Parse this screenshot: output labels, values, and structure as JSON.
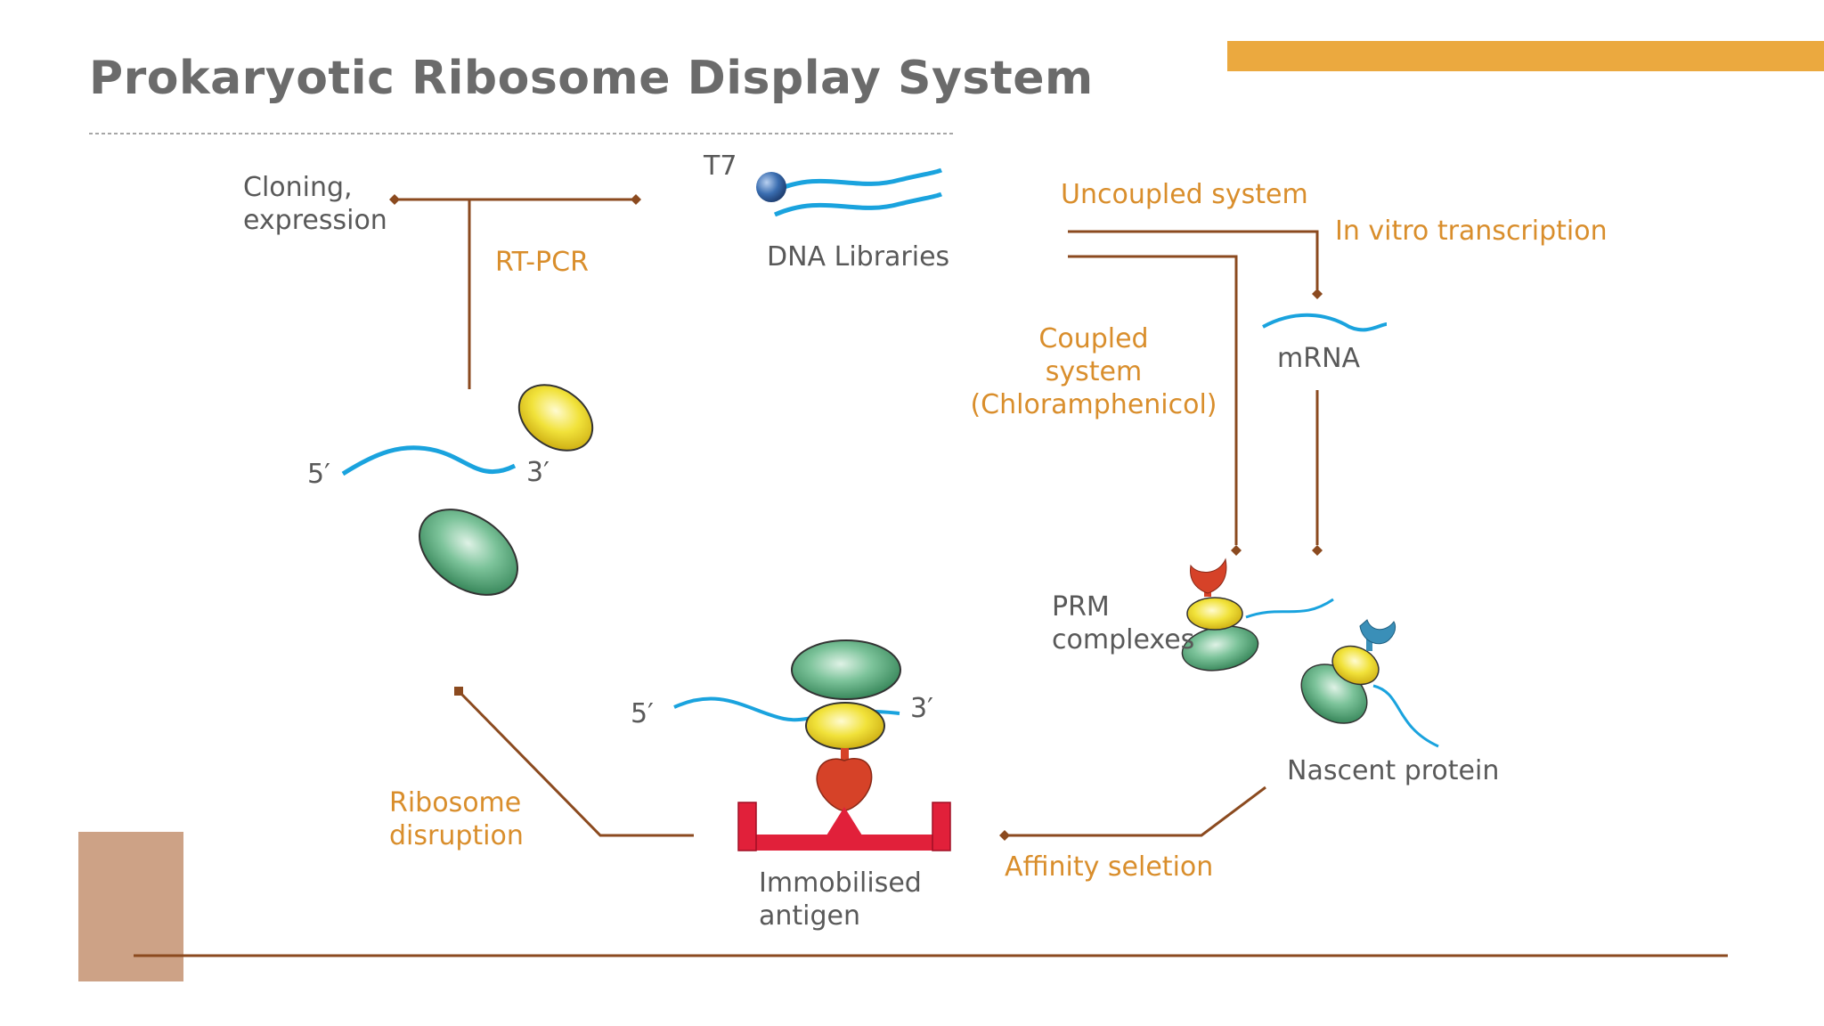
{
  "slide": {
    "title": "Prokaryotic Ribosome Display System",
    "accent_color": "#EBA93F",
    "line_color": "#8B4A1F",
    "block_color": "#CDA286"
  },
  "labels": {
    "cloning_line1": "Cloning,",
    "cloning_line2": "expression",
    "rt_pcr": "RT-PCR",
    "t7": "T7",
    "dna_libraries": "DNA Libraries",
    "uncoupled_system": "Uncoupled system",
    "in_vitro_transcription": "In vitro transcription",
    "coupled_line1": "Coupled",
    "coupled_line2": "system",
    "coupled_line3": "(Chloramphenicol)",
    "mrna": "mRNA",
    "five_prime_left": "5′",
    "three_prime_left": "3′",
    "prm_line1": "PRM",
    "prm_line2": "complexes",
    "nascent_protein": "Nascent protein",
    "five_prime_center": "5′",
    "three_prime_center": "3′",
    "ribosome_line1": "Ribosome",
    "ribosome_line2": "disruption",
    "affinity_selection": "Affinity seletion",
    "antigen_line1": "Immobilised",
    "antigen_line2": "antigen"
  },
  "colors": {
    "mrna_blue": "#1AA3DE",
    "ribosome_green": "#3E9A68",
    "ribosome_yellow": "#E8D21E",
    "antibody_red": "#D64228",
    "antibody_blue": "#3A8FB8",
    "antigen_red": "#E1203A",
    "t7_bead": "#2E5C9A"
  }
}
